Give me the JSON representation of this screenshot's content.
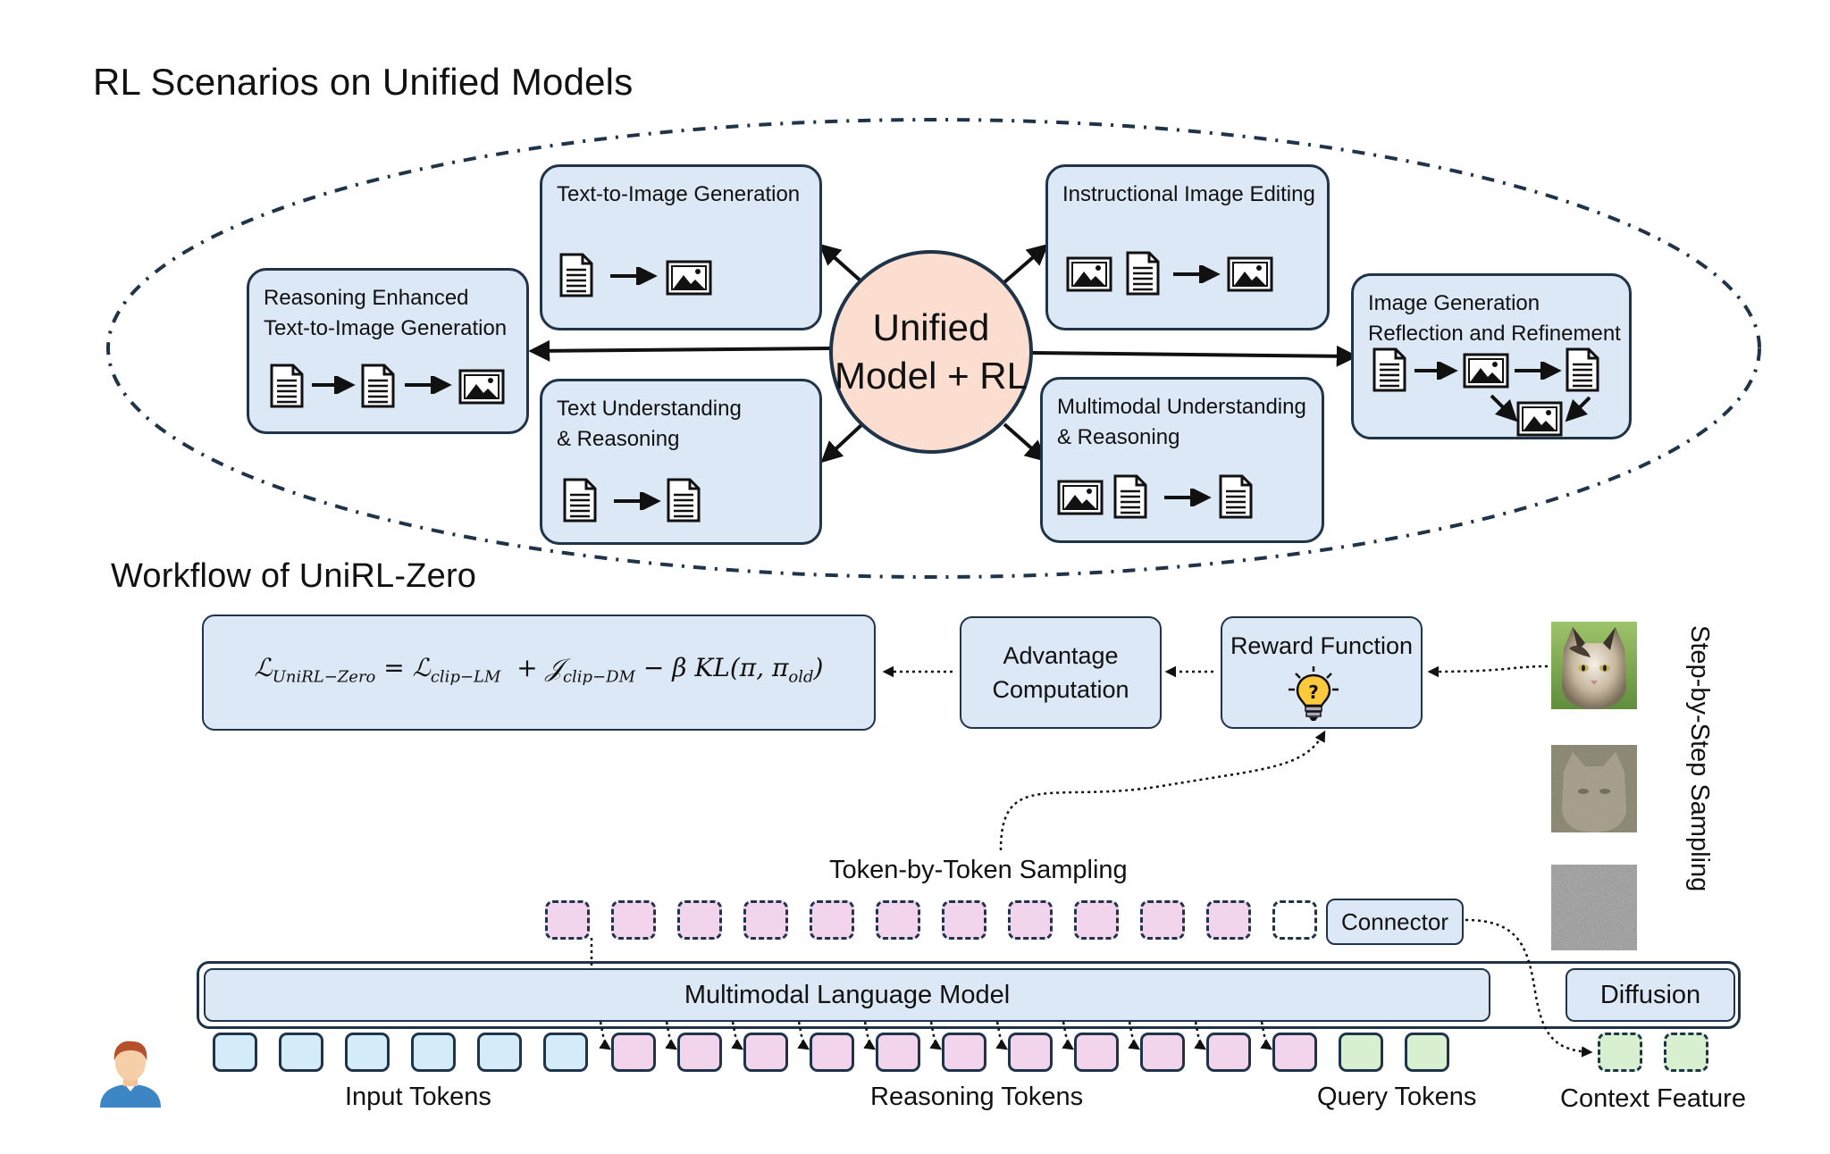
{
  "section1": {
    "title": "RL Scenarios on Unified Models"
  },
  "center": {
    "label": "Unified\nModel + RL"
  },
  "scenarios": {
    "t2i": "Text-to-Image Generation",
    "edit": "Instructional Image Editing",
    "reason_t2i": "Reasoning Enhanced\nText-to-Image Generation",
    "reflect": "Image Generation\nReflection and Refinement",
    "text_und": "Text Understanding\n& Reasoning",
    "mm_und": "Multimodal  Understanding\n& Reasoning"
  },
  "section2": {
    "title": "Workflow of UniRL-Zero"
  },
  "workflow": {
    "advantage": "Advantage\nComputation",
    "reward": "Reward Function",
    "step_sampling": "Step-by-Step Sampling",
    "token_sampling": "Token-by-Token Sampling",
    "connector": "Connector",
    "mlm": "Multimodal Language Model",
    "diffusion": "Diffusion"
  },
  "formula": {
    "sub_unirl": "UniRL−Zero",
    "sub_lm": "clip−LM",
    "sub_dm": "clip−DM",
    "kl": "KL(π, π",
    "sub_old": "old",
    "close": ")"
  },
  "tokens": {
    "input_label": "Input Tokens",
    "reasoning_label": "Reasoning Tokens",
    "query_label": "Query Tokens",
    "context_label": "Context Feature"
  },
  "colors": {
    "box_fill": "#dce8f6",
    "box_border": "#1f3349",
    "center_fill": "#fbded0",
    "input_token": "#d4ecfa",
    "reasoning_token": "#f2d4ec",
    "query_token": "#d8f0d0"
  },
  "icons": [
    "document-icon",
    "image-icon",
    "arrow-right-icon",
    "lightbulb-question-icon",
    "user-avatar-icon"
  ]
}
